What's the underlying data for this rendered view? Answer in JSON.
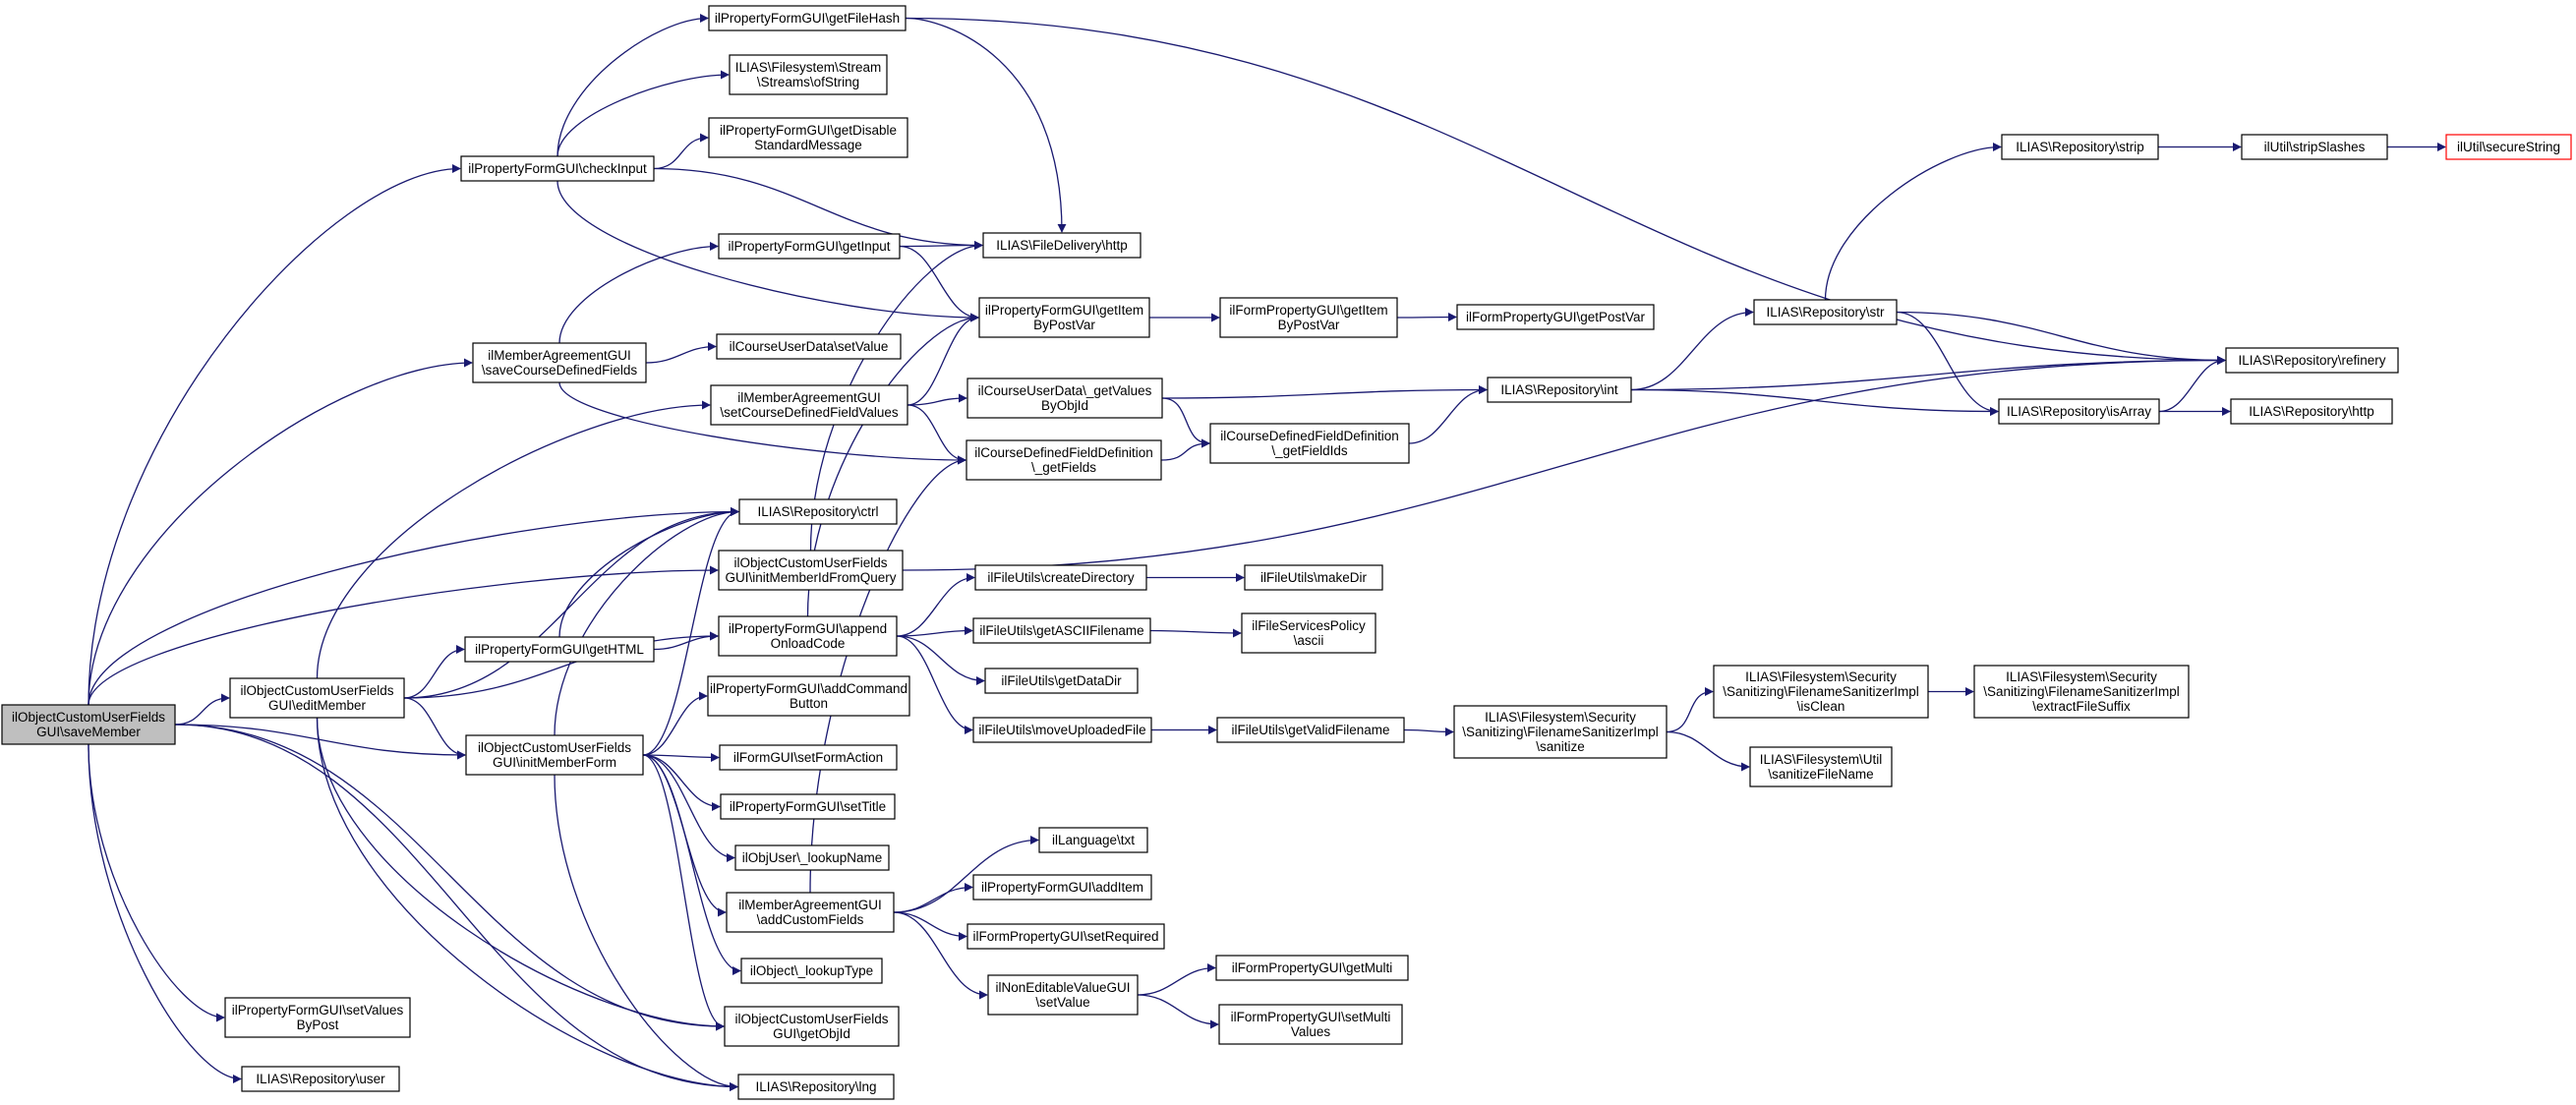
{
  "colors": {
    "edge": "#191970",
    "node_border": "#000000",
    "root_fill": "#bfbfbf",
    "leaf_border_highlight": "#ff0000"
  },
  "nodes": {
    "root": [
      "ilObjectCustomUserFields",
      "GUI\\saveMember"
    ],
    "getFileHash": [
      "ilPropertyFormGUI\\getFileHash"
    ],
    "streamsOfString": [
      "ILIAS\\Filesystem\\Stream",
      "\\Streams\\ofString"
    ],
    "getDisableStandardMessage": [
      "ilPropertyFormGUI\\getDisable",
      "StandardMessage"
    ],
    "checkInput": [
      "ilPropertyFormGUI\\checkInput"
    ],
    "fileDeliveryHttp": [
      "ILIAS\\FileDelivery\\http"
    ],
    "getInput": [
      "ilPropertyFormGUI\\getInput"
    ],
    "getItemByPostVar": [
      "ilPropertyFormGUI\\getItem",
      "ByPostVar"
    ],
    "formPropGetItemByPostVar": [
      "ilFormPropertyGUI\\getItem",
      "ByPostVar"
    ],
    "formPropGetPostVar": [
      "ilFormPropertyGUI\\getPostVar"
    ],
    "saveCourseDefinedFields": [
      "ilMemberAgreementGUI",
      "\\saveCourseDefinedFields"
    ],
    "courseUserDataSetValue": [
      "ilCourseUserData\\setValue"
    ],
    "setCourseDefinedFieldValues": [
      "ilMemberAgreementGUI",
      "\\setCourseDefinedFieldValues"
    ],
    "getValuesByObjId": [
      "ilCourseUserData\\_getValues",
      "ByObjId"
    ],
    "cdfGetFields": [
      "ilCourseDefinedFieldDefinition",
      "\\_getFields"
    ],
    "cdfGetFieldIds": [
      "ilCourseDefinedFieldDefinition",
      "\\_getFieldIds"
    ],
    "repoCtrl": [
      "ILIAS\\Repository\\ctrl"
    ],
    "initMemberIdFromQuery": [
      "ilObjectCustomUserFields",
      "GUI\\initMemberIdFromQuery"
    ],
    "getHTML": [
      "ilPropertyFormGUI\\getHTML"
    ],
    "appendOnloadCode": [
      "ilPropertyFormGUI\\append",
      "OnloadCode"
    ],
    "createDirectory": [
      "ilFileUtils\\createDirectory"
    ],
    "makeDir": [
      "ilFileUtils\\makeDir"
    ],
    "getASCIIFilename": [
      "ilFileUtils\\getASCIIFilename"
    ],
    "fileServicesPolicyAscii": [
      "ilFileServicesPolicy",
      "\\ascii"
    ],
    "getDataDir": [
      "ilFileUtils\\getDataDir"
    ],
    "moveUploadedFile": [
      "ilFileUtils\\moveUploadedFile"
    ],
    "getValidFilename": [
      "ilFileUtils\\getValidFilename"
    ],
    "sanitize": [
      "ILIAS\\Filesystem\\Security",
      "\\Sanitizing\\FilenameSanitizerImpl",
      "\\sanitize"
    ],
    "isClean": [
      "ILIAS\\Filesystem\\Security",
      "\\Sanitizing\\FilenameSanitizerImpl",
      "\\isClean"
    ],
    "extractFileSuffix": [
      "ILIAS\\Filesystem\\Security",
      "\\Sanitizing\\FilenameSanitizerImpl",
      "\\extractFileSuffix"
    ],
    "sanitizeFileName": [
      "ILIAS\\Filesystem\\Util",
      "\\sanitizeFileName"
    ],
    "editMember": [
      "ilObjectCustomUserFields",
      "GUI\\editMember"
    ],
    "initMemberForm": [
      "ilObjectCustomUserFields",
      "GUI\\initMemberForm"
    ],
    "addCommandButton": [
      "ilPropertyFormGUI\\addCommand",
      "Button"
    ],
    "setFormAction": [
      "ilFormGUI\\setFormAction"
    ],
    "setTitle": [
      "ilPropertyFormGUI\\setTitle"
    ],
    "lookupName": [
      "ilObjUser\\_lookupName"
    ],
    "addCustomFields": [
      "ilMemberAgreementGUI",
      "\\addCustomFields"
    ],
    "languageTxt": [
      "ilLanguage\\txt"
    ],
    "addItem": [
      "ilPropertyFormGUI\\addItem"
    ],
    "setRequired": [
      "ilFormPropertyGUI\\setRequired"
    ],
    "nonEditableSetValue": [
      "ilNonEditableValueGUI",
      "\\setValue"
    ],
    "getMulti": [
      "ilFormPropertyGUI\\getMulti"
    ],
    "setMultiValues": [
      "ilFormPropertyGUI\\setMulti",
      "Values"
    ],
    "lookupType": [
      "ilObject\\_lookupType"
    ],
    "getObjId": [
      "ilObjectCustomUserFields",
      "GUI\\getObjId"
    ],
    "setValuesByPost": [
      "ilPropertyFormGUI\\setValues",
      "ByPost"
    ],
    "repoUser": [
      "ILIAS\\Repository\\user"
    ],
    "repoLng": [
      "ILIAS\\Repository\\lng"
    ],
    "repoStrip": [
      "ILIAS\\Repository\\strip"
    ],
    "stripSlashes": [
      "ilUtil\\stripSlashes"
    ],
    "secureString": [
      "ilUtil\\secureString"
    ],
    "repoStr": [
      "ILIAS\\Repository\\str"
    ],
    "repoRefinery": [
      "ILIAS\\Repository\\refinery"
    ],
    "repoInt": [
      "ILIAS\\Repository\\int"
    ],
    "repoIsArray": [
      "ILIAS\\Repository\\isArray"
    ],
    "repoHttp": [
      "ILIAS\\Repository\\http"
    ]
  }
}
